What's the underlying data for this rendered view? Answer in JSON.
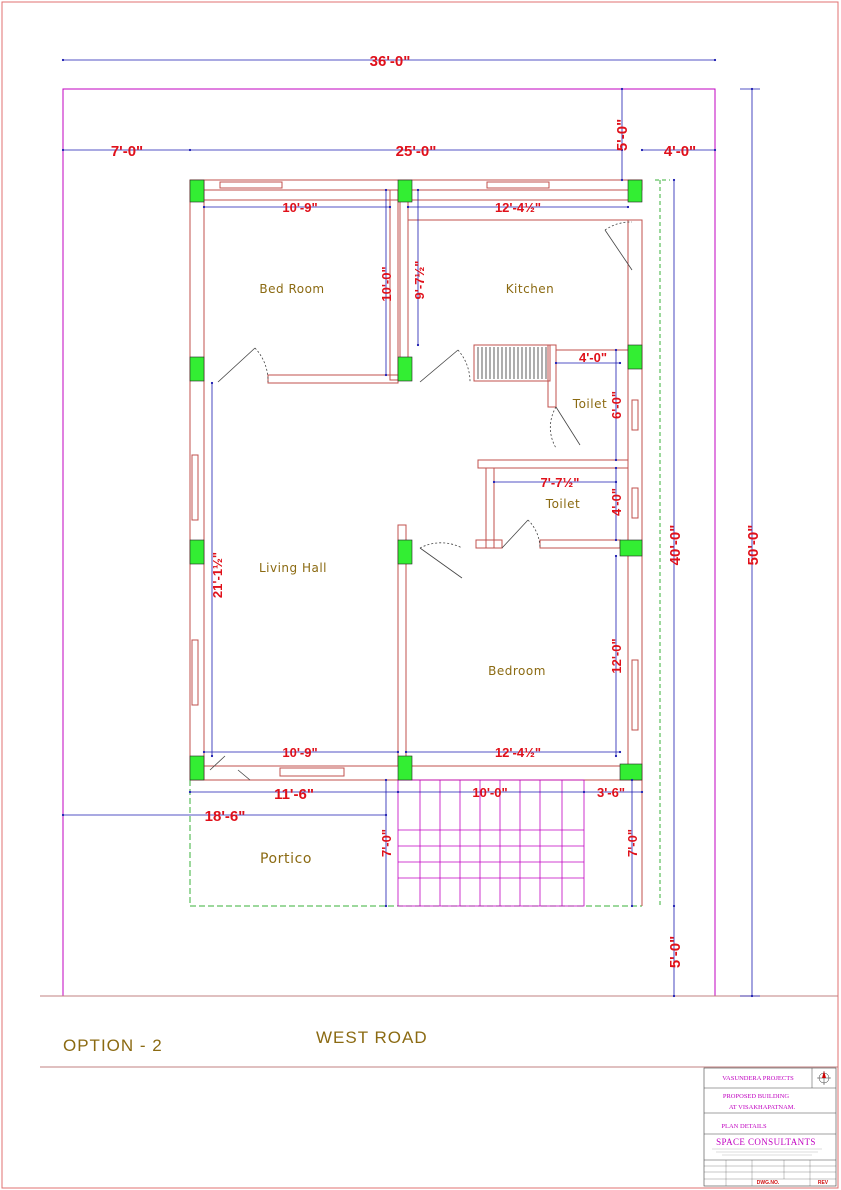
{
  "dimensions": {
    "overall_width": "36'-0\"",
    "left_setback": "7'-0\"",
    "building_width": "25'-0\"",
    "right_gap": "5'-0\"",
    "right_setback": "4'-0\"",
    "overall_depth": "50'-0\"",
    "building_depth": "40'-0\"",
    "bottom_setback": "5'-0\"",
    "bedroom1_width": "10'-9\"",
    "kitchen_width": "12'-4½\"",
    "bedroom1_depth": "10'-0\"",
    "kitchen_depth": "9'-7½\"",
    "toilet1_width": "4'-0\"",
    "toilet1_depth": "6'-0\"",
    "toilet2_width": "7'-7½\"",
    "toilet2_depth": "4'-0\"",
    "living_depth": "21'-1½\"",
    "bedroom2_depth": "12'-0\"",
    "living_width_bottom": "10'-9\"",
    "bedroom2_width_bottom": "12'-4½\"",
    "portico_width": "11'-6\"",
    "steps_width": "10'-0\"",
    "right_strip_width": "3'-6\"",
    "portico_extent": "18'-6\"",
    "portico_depth": "7'-0\"",
    "right_strip_depth": "7'-0\""
  },
  "rooms": {
    "bed_room": "Bed Room",
    "kitchen": "Kitchen",
    "toilet_1": "Toilet",
    "toilet_2": "Toilet",
    "living_hall": "Living Hall",
    "bedroom": "Bedroom",
    "portico": "Portico"
  },
  "labels": {
    "option": "OPTION - 2",
    "road": "WEST ROAD"
  },
  "title_block": {
    "client": "VASUNDERA PROJECTS",
    "project_line1": "PROPOSED BUILDING",
    "project_line2": "AT VISAKHAPATNAM.",
    "title": "PLAN DETAILS",
    "consultant": "SPACE CONSULTANTS",
    "dwg_no": "DWG.NO.",
    "rev": "REV"
  },
  "colors": {
    "wall": "#c0504d",
    "dimension": "#e0101a",
    "dim_line": "#1a1ab0",
    "plot": "#c000c0",
    "column": "#33ee33",
    "room_text": "#8b6a12",
    "border": "#e07070",
    "setback_dash": "#3ab03a"
  }
}
